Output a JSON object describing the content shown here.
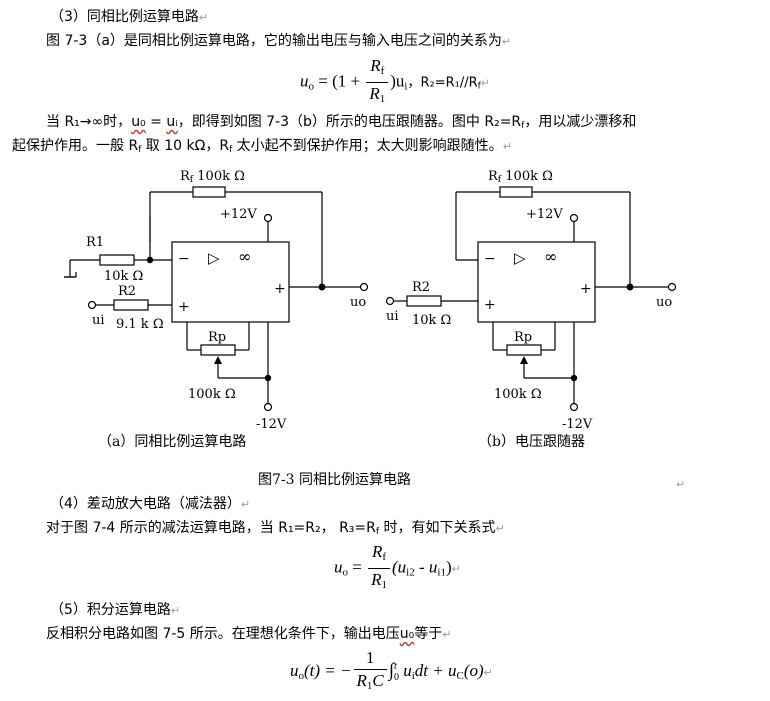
{
  "sec3": {
    "heading": "（3）同相比例运算电路",
    "para1": "图 7-3（a）是同相比例运算电路，它的输出电压与输入电压之间的关系为",
    "formula_uo": "u",
    "formula_o": "o",
    "formula_eq": " = (1 + ",
    "formula_rf": "R",
    "formula_f": "f",
    "formula_r1": "R",
    "formula_1": "1",
    "formula_tail": ")u",
    "formula_i": "i",
    "formula_comma": "，",
    "formula_note": "R₂=R₁//R",
    "formula_note_f": "f",
    "para2_a": "当 R₁→∞时，",
    "para2_uo": "u₀",
    "para2_eq": " = ",
    "para2_ui": "uᵢ",
    "para2_b": "，即得到如图 7-3（b）所示的电压跟随器。图中 R₂=R",
    "para2_f1": "f",
    "para2_c": "，用以减少漂移和",
    "para3_a": "起保护作用。一般 R",
    "para3_f1": "f",
    "para3_b": " 取 10 kΩ，R",
    "para3_f2": "f",
    "para3_c": " 太小起不到保护作用；太大则影响跟随性。"
  },
  "circuit_a": {
    "rf_label": "R",
    "rf_sub": "f",
    "rf_value": " 100k Ω",
    "vplus": "+12V",
    "r1_label": "R1",
    "r1_value": "10k Ω",
    "r2_label": "R2",
    "r2_value": "9.1 k Ω",
    "ui": "ui",
    "minus": "−",
    "plus": "+",
    "out_plus": "+",
    "tri": "▷",
    "inf": "∞",
    "uo": "uo",
    "rp_label": "Rp",
    "rp_value": "100k Ω",
    "vminus": "-12V",
    "caption": "（a）同相比例运算电路"
  },
  "circuit_b": {
    "rf_label": "R",
    "rf_sub": "f",
    "rf_value": " 100k Ω",
    "vplus": "+12V",
    "r2_label": "R2",
    "r2_value": "10k Ω",
    "ui": "ui",
    "minus": "−",
    "plus": "+",
    "out_plus": "+",
    "tri": "▷",
    "inf": "∞",
    "uo": "uo",
    "rp_label": "Rp",
    "rp_value": "100k Ω",
    "vminus": "-12V",
    "caption": "（b）电压跟随器"
  },
  "figure_caption": "图7-3  同相比例运算电路",
  "sec4": {
    "heading": "（4）差动放大电路（减法器）",
    "para_a": "对于图 7-4 所示的减法运算电路，当 R₁=R₂，  R₃=R",
    "para_f": "f",
    "para_b": " 时，有如下关系式",
    "f_uo": "u",
    "f_o": "o",
    "f_eq": " = ",
    "f_rf": "R",
    "f_f": "f",
    "f_r1": "R",
    "f_1": "1",
    "f_paren": "(u",
    "f_i2": "i2",
    "f_minus": " - u",
    "f_i1": "i1",
    "f_close": ")"
  },
  "sec5": {
    "heading": "（5）积分运算电路",
    "para_a": "反相积分电路如图 7-5 所示。在理想化条件下，输出电压",
    "para_uo": "u₀",
    "para_b": "等于",
    "f_uo": "u",
    "f_o": "o",
    "f_t": "(t) = −",
    "f_one": "1",
    "f_r": "R",
    "f_1": "1",
    "f_c": "C",
    "f_int": "∫",
    "f_lim_t": "t",
    "f_lim_0": "0",
    "f_body": " u",
    "f_i": "i",
    "f_dt": "dt + u",
    "f_C": "C",
    "f_o2": "(o)"
  },
  "return_mark": "↵"
}
